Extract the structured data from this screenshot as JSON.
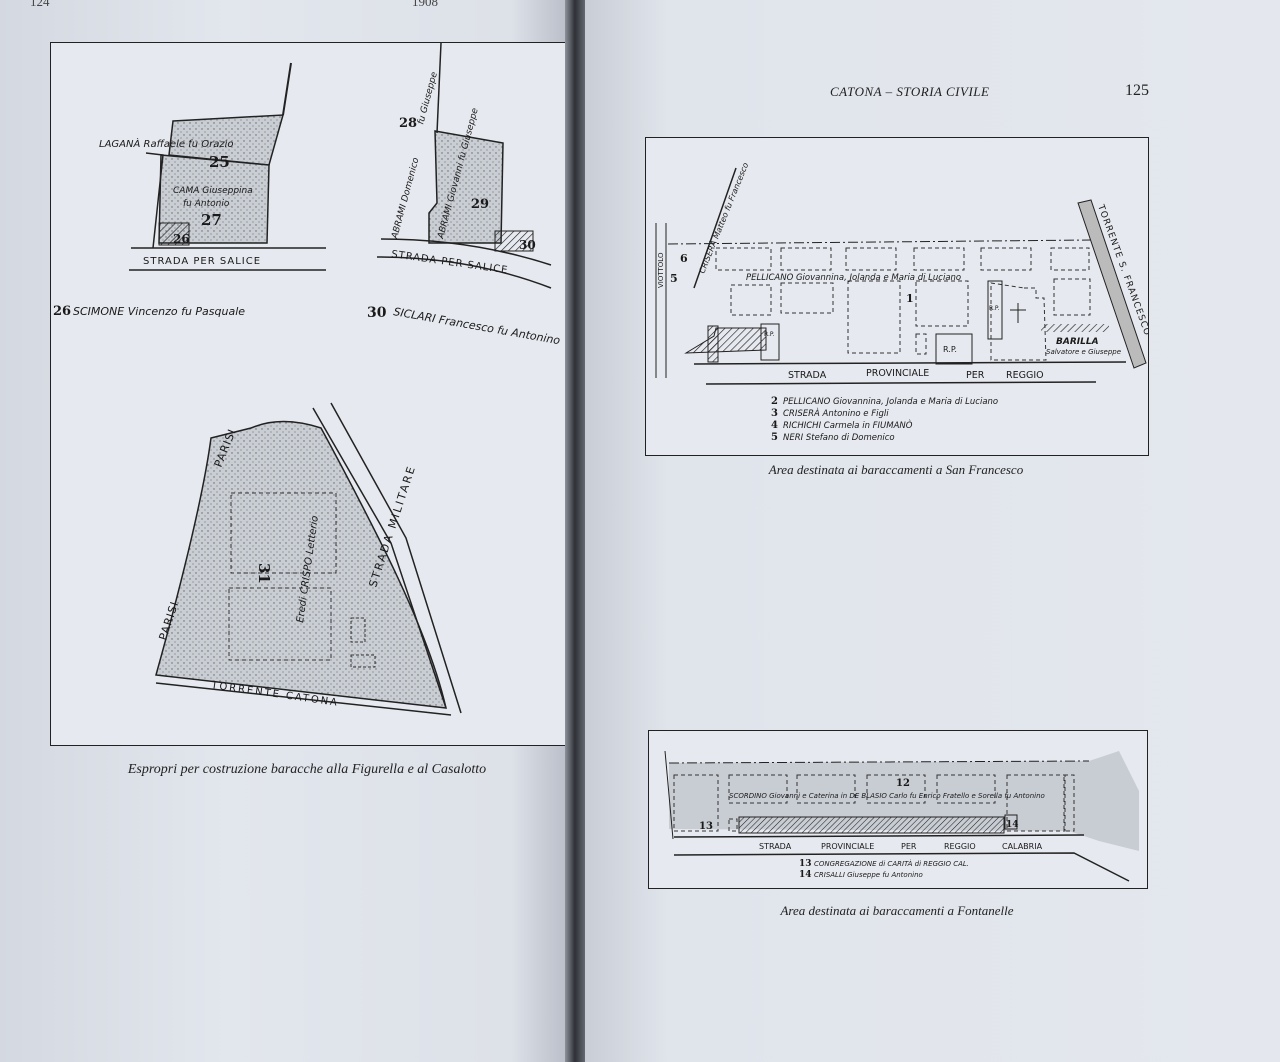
{
  "left_page": {
    "page_number_fragment": "124",
    "header_fragment": "1908",
    "figure": {
      "map_a": {
        "owner_25": "LAGANÀ Raffaele fu Orazio",
        "lot_25": "25",
        "owner_27_line1": "CAMA Giuseppina",
        "owner_27_line2": "fu Antonio",
        "lot_27": "27",
        "lot_26": "26",
        "road": "STRADA   PER   SALICE",
        "legend_num": "26",
        "legend_text": "SCIMONE  Vincenzo fu Pasquale"
      },
      "map_b": {
        "lot_28": "28",
        "owner_28": "fu Giuseppe",
        "owner_abrami1": "ABRAMI Domenico",
        "owner_abrami2": "ABRAMI Giovanni fu Giuseppe",
        "lot_29": "29",
        "lot_30": "30",
        "road": "STRADA   PER   SALICE",
        "legend_num": "30",
        "legend_text": "SICLARI  Francesco fu Antonino"
      },
      "map_c": {
        "label_parisi_top": "PARISI",
        "label_parisi_left": "PARISI",
        "lot_31": "31",
        "owner_31": "Eredi CRISPO Letterio",
        "road_right": "STRADA   MILITARE",
        "road_bottom": "TORRENTE  CATONA"
      },
      "caption": "Espropri per costruzione baracche alla Figurella e al Casalotto"
    }
  },
  "right_page": {
    "running_head": "CATONA – STORIA CIVILE",
    "page_number": "125",
    "figure_top": {
      "viottolo": "VIOTTOLO",
      "crisera_label": "CRISERÀ Matteo fu Francesco",
      "lot_6": "6",
      "lot_5": "5",
      "lot_1": "1",
      "main_owner": "PELLICANO Giovannina, Jolanda e Maria di Luciano",
      "rp": "R.P.",
      "barilla_1": "BARILLA",
      "barilla_2": "Salvatore e Giuseppe",
      "torrente": "TORRENTE  S. FRANCESCO",
      "road": [
        "STRADA",
        "PROVINCIALE",
        "PER",
        "REGGIO"
      ],
      "legend": [
        {
          "num": "2",
          "text": "PELLICANO Giovannina, Jolanda e Maria di Luciano"
        },
        {
          "num": "3",
          "text": "CRISERÀ Antonino e Figli"
        },
        {
          "num": "4",
          "text": "RICHICHI Carmela in FIUMANÒ"
        },
        {
          "num": "5",
          "text": "NERI Stefano di Domenico"
        }
      ],
      "caption": "Area destinata ai baraccamenti a San Francesco"
    },
    "figure_bottom": {
      "lot_12": "12",
      "lot_13": "13",
      "lot_14": "14",
      "main_owner": "SCORDINO Giovanni e Caterina in DE BLASIO Carlo fu Enrico Fratello e Sorella fu Antonino",
      "road": [
        "STRADA",
        "PROVINCIALE",
        "PER",
        "REGGIO",
        "CALABRIA"
      ],
      "legend": [
        {
          "num": "13",
          "text": "CONGREGAZIONE di CARITÀ di REGGIO CAL."
        },
        {
          "num": "14",
          "text": "CRISALLI Giuseppe fu Antonino"
        }
      ],
      "caption": "Area destinata ai baraccamenti a Fontanelle"
    }
  }
}
